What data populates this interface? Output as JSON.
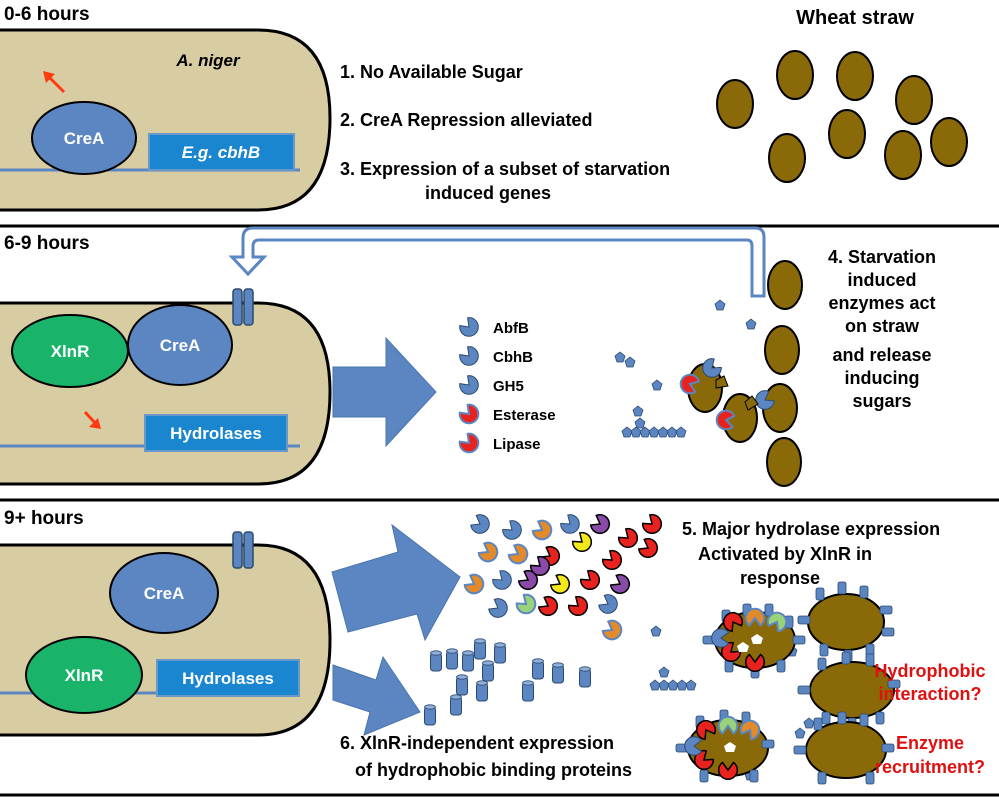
{
  "colors": {
    "cell_fill": "#d8cca2",
    "cell_stroke": "#000000",
    "protein_blue": "#5b86c1",
    "protein_stroke": "#2d4a6e",
    "xlnr_green": "#19b46a",
    "gene_box": "#1a86cf",
    "straw": "#8a6a08",
    "arrow_red": "#ff3a10",
    "enzyme_blue": "#5b86c1",
    "enzyme_red": "#e8231f",
    "label_red": "#e01010"
  },
  "panel1": {
    "time_label": "0-6 hours",
    "organism": "A. niger",
    "crea_label": "CreA",
    "gene_label": "E.g. cbhB",
    "step1": "1.  No Available Sugar",
    "step2": "2.  CreA Repression alleviated",
    "step3_line1": "3.  Expression of a subset of  starvation",
    "step3_line2": "induced genes",
    "straw_title": "Wheat straw"
  },
  "panel2": {
    "time_label": "6-9 hours",
    "xlnr_label": "XlnR",
    "crea_label": "CreA",
    "gene_label": "Hydrolases",
    "enzymes": [
      "AbfB",
      "CbhB",
      "GH5",
      "Esterase",
      "Lipase"
    ],
    "step4_lines": [
      "4. Starvation",
      "induced",
      "enzymes act",
      "on straw",
      "and release",
      "inducing",
      "sugars"
    ]
  },
  "panel3": {
    "time_label": "9+ hours",
    "crea_label": "CreA",
    "xlnr_label": "XlnR",
    "gene_label": "Hydrolases",
    "step5_lines": [
      "5.  Major hydrolase expression",
      "Activated by XlnR  in",
      "response"
    ],
    "step6_lines": [
      "6.  XlnR-independent expression",
      "of hydrophobic binding proteins"
    ],
    "question1_lines": [
      "Hydrophobic",
      "interaction?"
    ],
    "question2_lines": [
      "Enzyme",
      "recruitment?"
    ]
  }
}
